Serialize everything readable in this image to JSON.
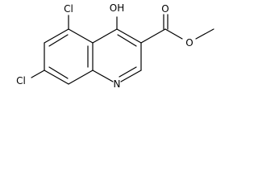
{
  "structure": {
    "atoms": {
      "oh": "OH",
      "cl_top": "Cl",
      "cl_bottom": "Cl",
      "n": "N",
      "o_carbonyl": "O",
      "o_ester": "O"
    }
  }
}
